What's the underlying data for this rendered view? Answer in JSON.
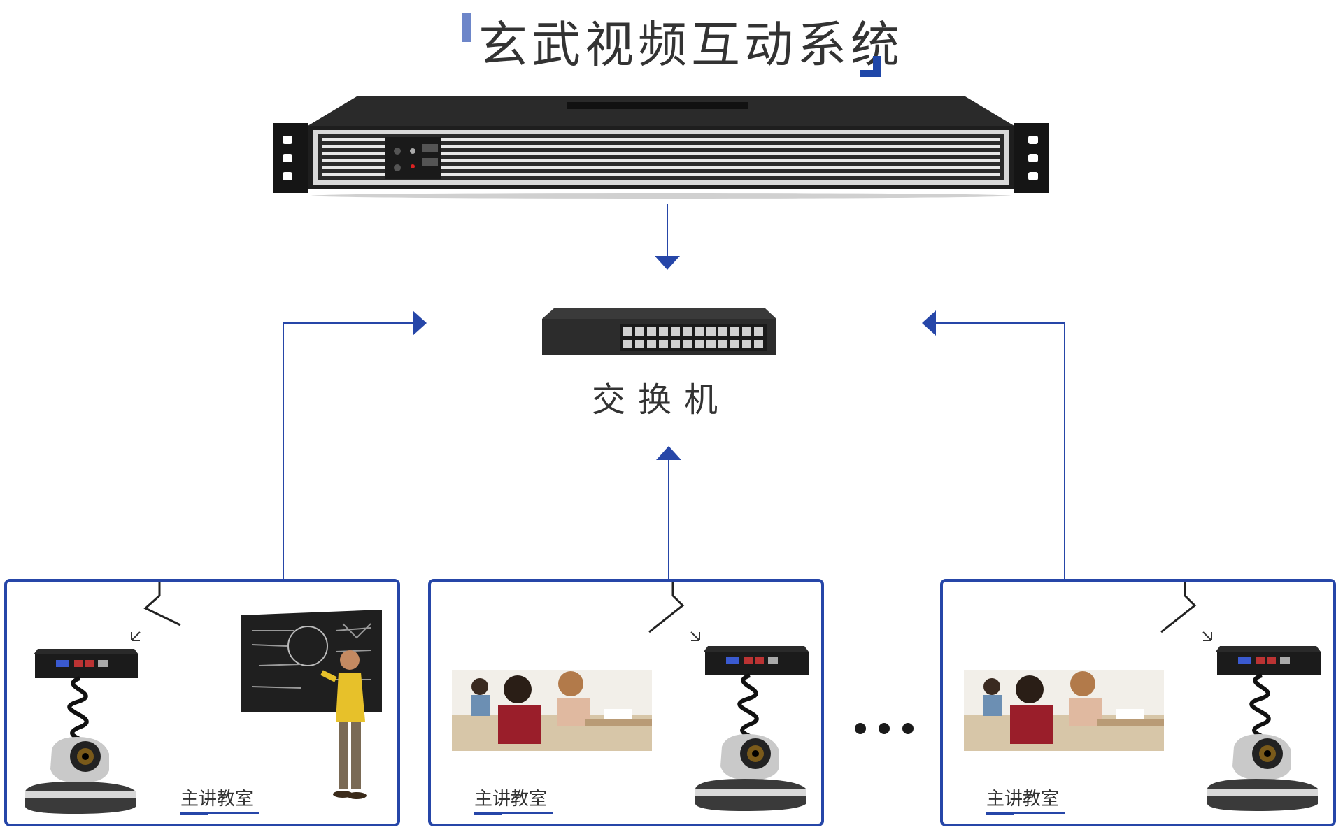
{
  "title": "玄武视频互动系统",
  "switch_label": "交换机",
  "classrooms": [
    {
      "label": "主讲教室"
    },
    {
      "label": "主讲教室"
    },
    {
      "label": "主讲教室"
    }
  ],
  "colors": {
    "accent": "#2646a8",
    "accent_light": "#6d86c9",
    "text": "#333333"
  }
}
